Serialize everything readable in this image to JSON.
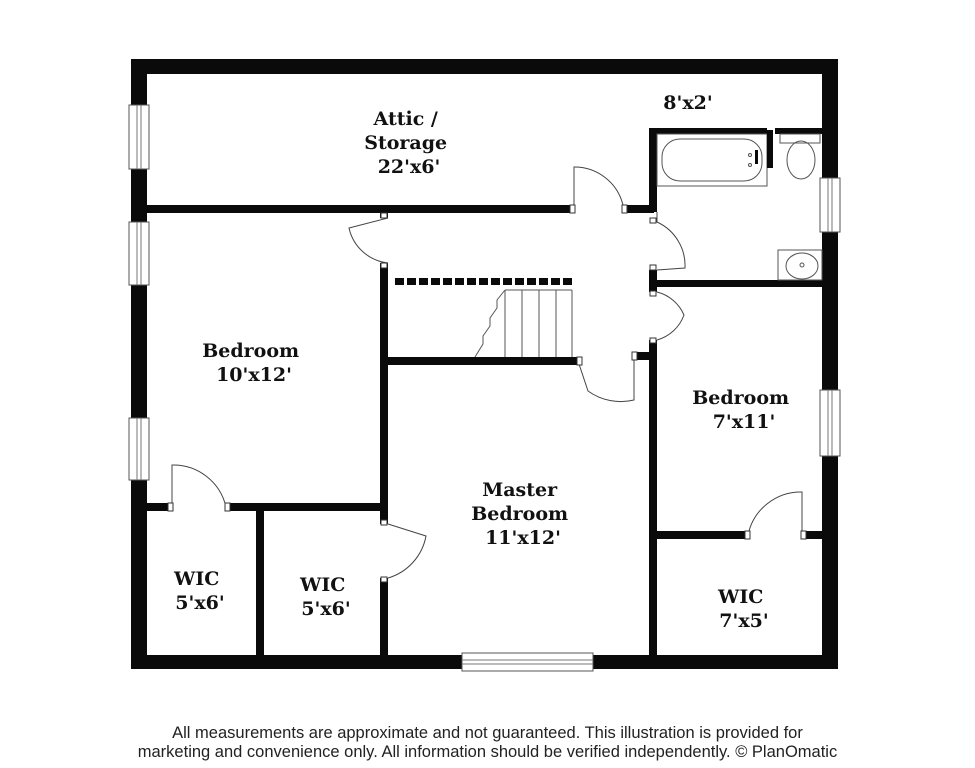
{
  "rooms": [
    {
      "key": "attic",
      "lines": [
        "Attic /",
        "Storage",
        "22'x6'"
      ]
    },
    {
      "key": "bath",
      "lines": [
        "8'x2'"
      ]
    },
    {
      "key": "bedroom_left",
      "lines": [
        "Bedroom",
        "10'x12'"
      ]
    },
    {
      "key": "bedroom_right",
      "lines": [
        "Bedroom",
        "7'x11'"
      ]
    },
    {
      "key": "master",
      "lines": [
        "Master",
        "Bedroom",
        "11'x12'"
      ]
    },
    {
      "key": "wic_1",
      "lines": [
        "WIC",
        "5'x6'"
      ]
    },
    {
      "key": "wic_2",
      "lines": [
        "WIC",
        "5'x6'"
      ]
    },
    {
      "key": "wic_3",
      "lines": [
        "WIC",
        "7'x5'"
      ]
    }
  ],
  "disclaimer": {
    "line1": "All measurements are approximate and not guaranteed. This illustration is provided for",
    "line2": "marketing and convenience only. All information should be verified independently. © PlanOmatic"
  }
}
